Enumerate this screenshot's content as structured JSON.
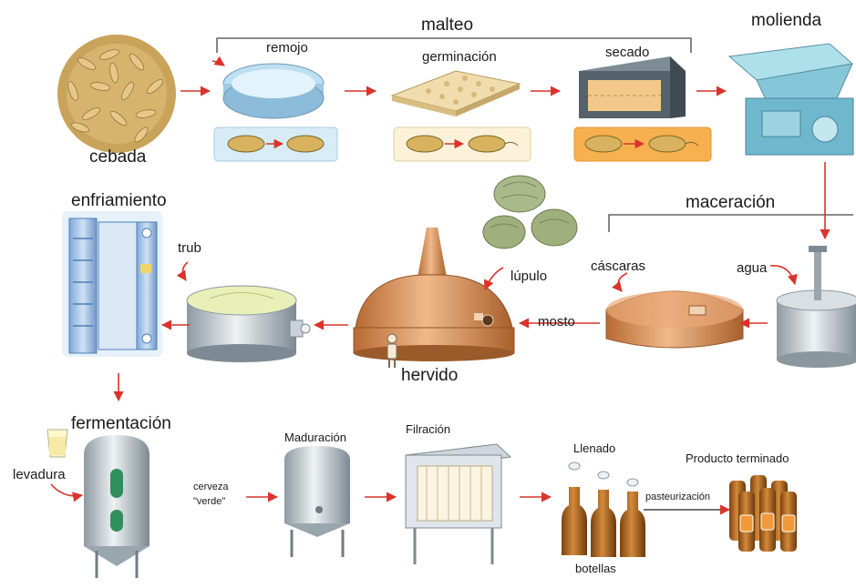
{
  "labels": {
    "cebada": "cebada",
    "malteo": "malteo",
    "remojo": "remojo",
    "germinacion": "germinación",
    "secado": "secado",
    "molienda": "molienda",
    "maceracion": "maceración",
    "agua": "agua",
    "cascaras": "cáscaras",
    "mosto": "mosto",
    "lupulo": "lúpulo",
    "hervido": "hervido",
    "enfriamiento": "enfriamiento",
    "trub": "trub",
    "fermentacion": "fermentación",
    "levadura": "levadura",
    "cerveza_1": "cerveza",
    "cerveza_2": "\"verde\"",
    "maduracion": "Maduración",
    "filracion": "Filración",
    "llenado": "Llenado",
    "botellas": "botellas",
    "pasteurizacion": "pasteurización",
    "producto_terminado": "Producto terminado"
  },
  "colors": {
    "arrow": "#d9342b",
    "copper": "#d9925b",
    "steel": "#b9c4cc",
    "malt": "#d9b96a",
    "hops": "#9fb07c",
    "beer": "#a8621a",
    "cooler": "#8fb8e6"
  }
}
